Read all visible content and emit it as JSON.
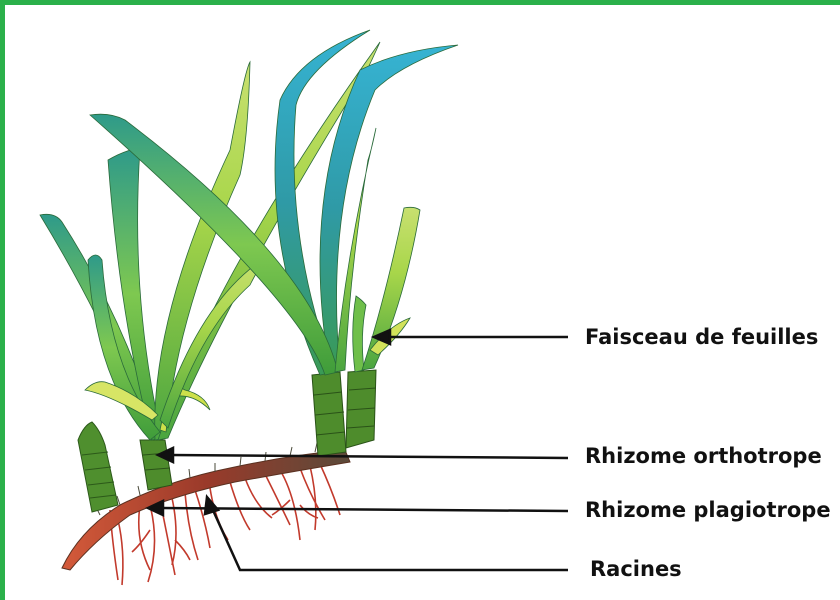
{
  "labels": {
    "leaf_bundle": "Faisceau de feuilles",
    "orthotropic_rhizome": "Rhizome orthotrope",
    "plagiotropic_rhizome": "Rhizome plagiotrope",
    "roots": "Racines"
  },
  "colors": {
    "frame": "#2bb04a",
    "leaf_dark": "#2d9a6e",
    "leaf_light": "#9ccf3c",
    "leaf_blue": "#2c9ec0",
    "rhizome": "#b8472f",
    "roots": "#c03a2e",
    "sheath": "#4c8a2a"
  }
}
